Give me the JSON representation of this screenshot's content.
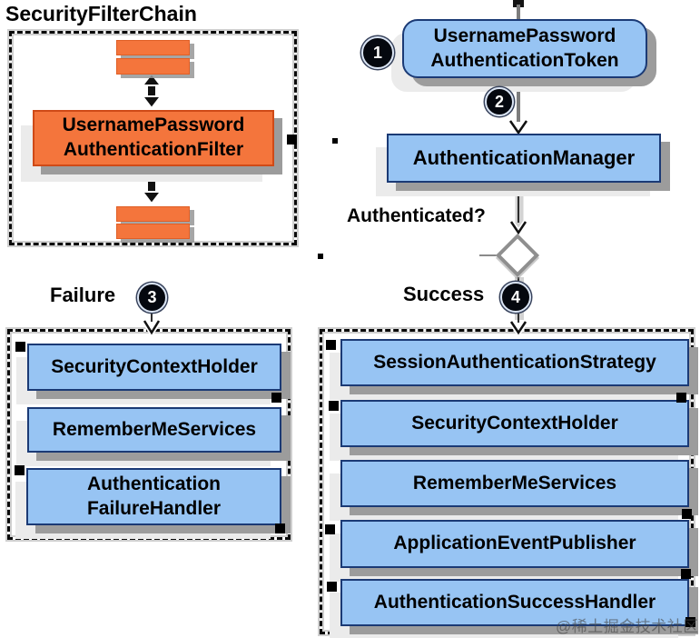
{
  "colors": {
    "node_blue_fill": "#97c4f3",
    "node_blue_border": "#1b3a75",
    "node_orange_fill": "#f4753c",
    "node_orange_border": "#cf4a17",
    "shadow_gray": "#9c9c9c",
    "connector_gray": "#7d7d7d"
  },
  "filter_chain": {
    "title": "SecurityFilterChain",
    "filter_node": {
      "line1": "UsernamePassword",
      "line2": "AuthenticationFilter"
    }
  },
  "auth_flow": {
    "token_node": {
      "line1": "UsernamePassword",
      "line2": "AuthenticationToken"
    },
    "manager_node": "AuthenticationManager",
    "decision_label": "Authenticated?",
    "failure_label": "Failure",
    "success_label": "Success",
    "step_badges": [
      "1",
      "2",
      "3",
      "4"
    ]
  },
  "failure_panel": {
    "items": [
      "SecurityContextHolder",
      "RememberMeServices"
    ],
    "item_multiline": {
      "line1": "Authentication",
      "line2": "FailureHandler"
    }
  },
  "success_panel": {
    "items": [
      "SessionAuthenticationStrategy",
      "SecurityContextHolder",
      "RememberMeServices",
      "ApplicationEventPublisher",
      "AuthenticationSuccessHandler"
    ]
  },
  "watermark": "@稀土掘金技术社区"
}
